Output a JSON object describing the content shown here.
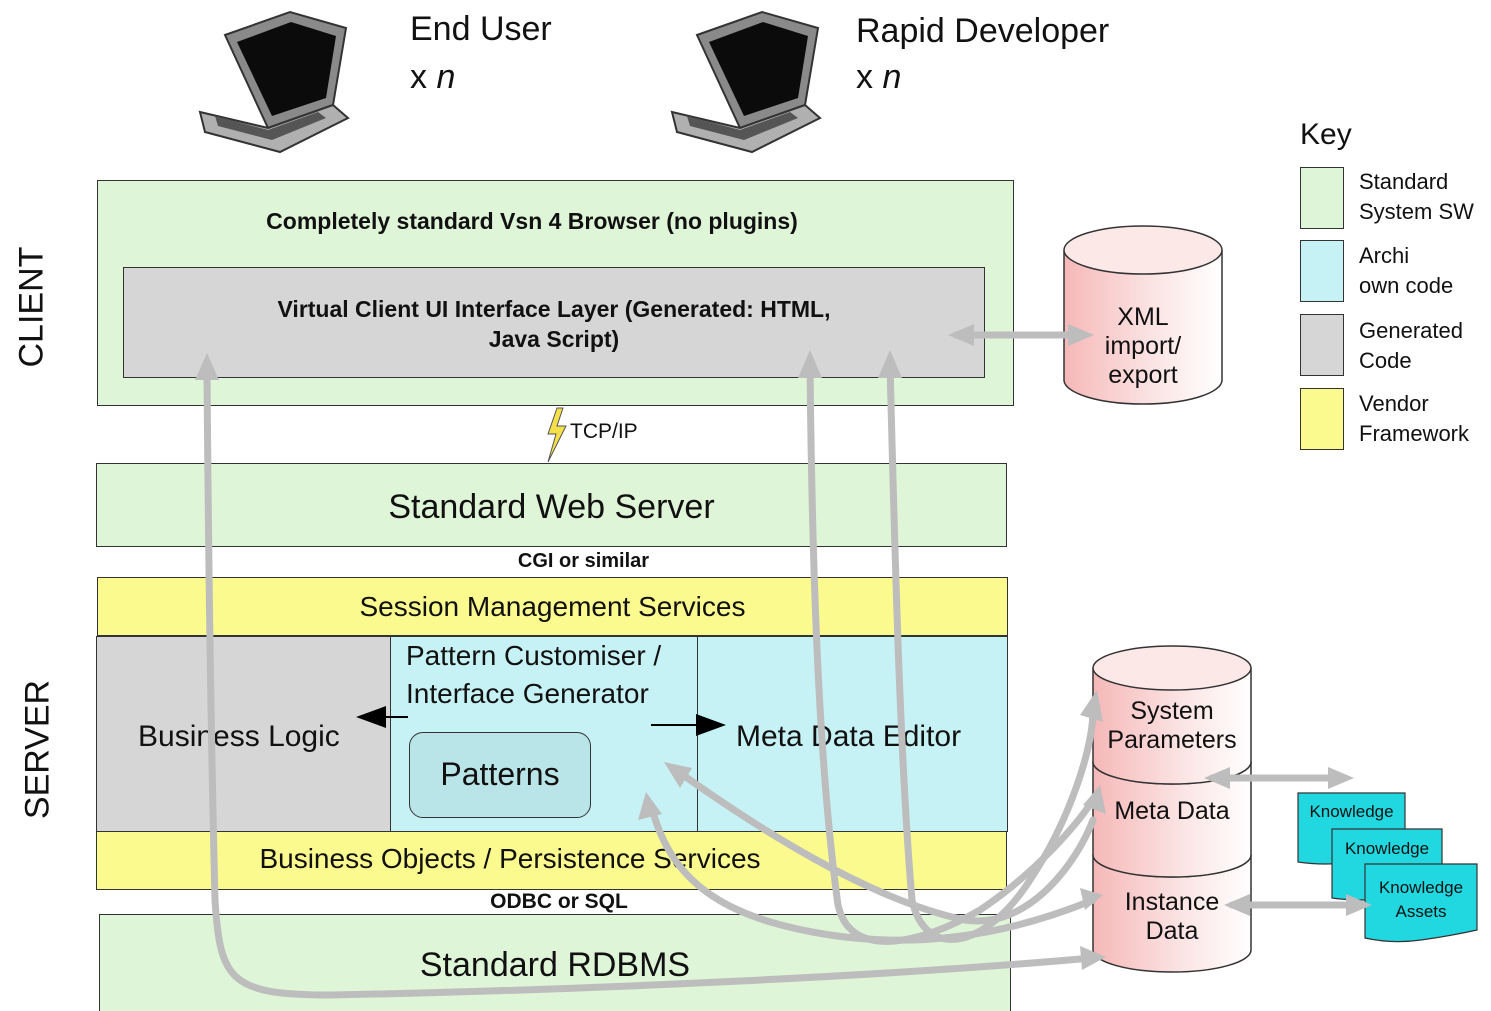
{
  "users": {
    "end_user": {
      "title": "End User",
      "count_prefix": "x",
      "count_var": "n"
    },
    "rapid_dev": {
      "title": "Rapid Developer",
      "count_prefix": "x",
      "count_var": "n"
    }
  },
  "tiers": {
    "client": "CLIENT",
    "server": "SERVER"
  },
  "client": {
    "browser": "Completely standard Vsn 4 Browser (no plugins)",
    "vclient_line1": "Virtual Client UI Interface Layer (Generated: HTML,",
    "vclient_line2": "Java Script)"
  },
  "protocols": {
    "tcpip": "TCP/IP",
    "cgi": "CGI or similar",
    "odbc": "ODBC or SQL"
  },
  "server": {
    "web_server": "Standard Web Server",
    "session": "Session Management Services",
    "business_logic": "Business Logic",
    "pattern_line1": "Pattern Customiser /",
    "pattern_line2": "Interface Generator",
    "patterns": "Patterns",
    "meta_editor": "Meta Data Editor",
    "persistence": "Business Objects / Persistence Services",
    "rdbms": "Standard RDBMS"
  },
  "xml_store": {
    "line1": "XML",
    "line2": "import/",
    "line3": "export"
  },
  "db": {
    "sys_line1": "System",
    "sys_line2": "Parameters",
    "meta": "Meta Data",
    "inst_line1": "Instance",
    "inst_line2": "Data"
  },
  "knowledge": {
    "doc": "Knowledge",
    "assets": "Assets"
  },
  "key": {
    "title": "Key",
    "items": [
      {
        "line1": "Standard",
        "line2": "System SW",
        "color": "#dff5d8"
      },
      {
        "line1": "Archi",
        "line2": "own code",
        "color": "#c7f2f5"
      },
      {
        "line1": "Generated",
        "line2": "Code",
        "color": "#d6d6d6"
      },
      {
        "line1": "Vendor",
        "line2": "Framework",
        "color": "#fbfa8f"
      }
    ]
  },
  "colors": {
    "standard": "#dff5d8",
    "own_code": "#c7f2f5",
    "generated": "#d6d6d6",
    "vendor": "#fbfa8f",
    "db_pink": "#f8c8c8",
    "knowledge": "#22d8e0",
    "arrow": "#bdbdbd"
  }
}
